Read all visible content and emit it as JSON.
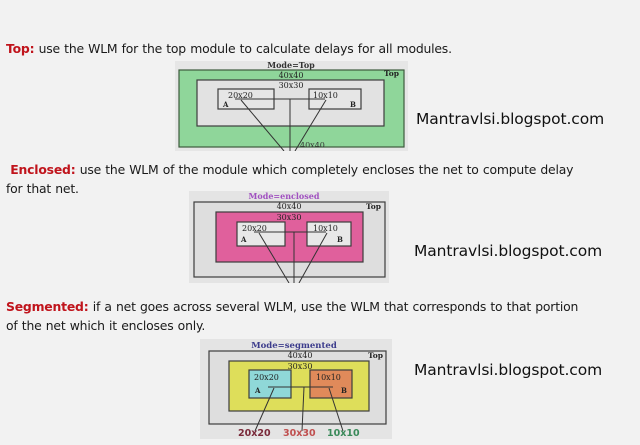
{
  "sections": [
    {
      "keyword": "Top:",
      "text_lines": [
        "use the WLM for the top module  to calculate delays for all modules."
      ],
      "diagram": {
        "mode_label": "Mode=Top",
        "outer_label": "40x40",
        "corner_label": "Top",
        "middle_label": "30x30",
        "left_box_label": "20x20",
        "left_box_pin": "A",
        "right_box_label": "10x10",
        "right_box_pin": "B",
        "bottom_label": "40x40",
        "colors": {
          "outer_fill": "#8fd69a",
          "middle_fill": "#e4e4e4",
          "inner_fill": "#e8e8e8",
          "frame": "#dcdcdc"
        }
      },
      "watermark": "Mantravlsi.blogspot.com"
    },
    {
      "keyword": "Enclosed:",
      "text_lines": [
        "use the WLM of the module  which completely  encloses the net to compute  delay",
        "for that net."
      ],
      "diagram": {
        "mode_label": "Mode=enclosed",
        "outer_label": "40x40",
        "corner_label": "Top",
        "middle_label": "30x30",
        "left_box_label": "20x20",
        "left_box_pin": "A",
        "right_box_label": "10x10",
        "right_box_pin": "B",
        "colors": {
          "outer_fill": "#dedede",
          "middle_fill": "#e0609c",
          "inner_fill": "#e8e8e8",
          "mode_color": "#a050c0"
        }
      },
      "watermark": "Mantravlsi.blogspot.com"
    },
    {
      "keyword": "Segmented:",
      "text_lines": [
        "if a net goes across several WLM, use the  WLM that corresponds  to that portion",
        "of the  net which it encloses only."
      ],
      "diagram": {
        "mode_label": "Mode=segmented",
        "outer_label": "40x40",
        "corner_label": "Top",
        "middle_label": "30x30",
        "left_box_label": "20x20",
        "left_box_pin": "A",
        "right_box_label": "10x10",
        "right_box_pin": "B",
        "bottom_labels": [
          "20x20",
          "30x30",
          "10x10"
        ],
        "colors": {
          "outer_fill": "#dedede",
          "middle_fill": "#dede5a",
          "left_fill": "#8fd8d8",
          "right_fill": "#e08a5a",
          "mode_color": "#3c3c8c",
          "bottom_colors": [
            "#7a2a3a",
            "#c05050",
            "#3a8a5a"
          ]
        }
      },
      "watermark": "Mantravlsi.blogspot.com"
    }
  ]
}
